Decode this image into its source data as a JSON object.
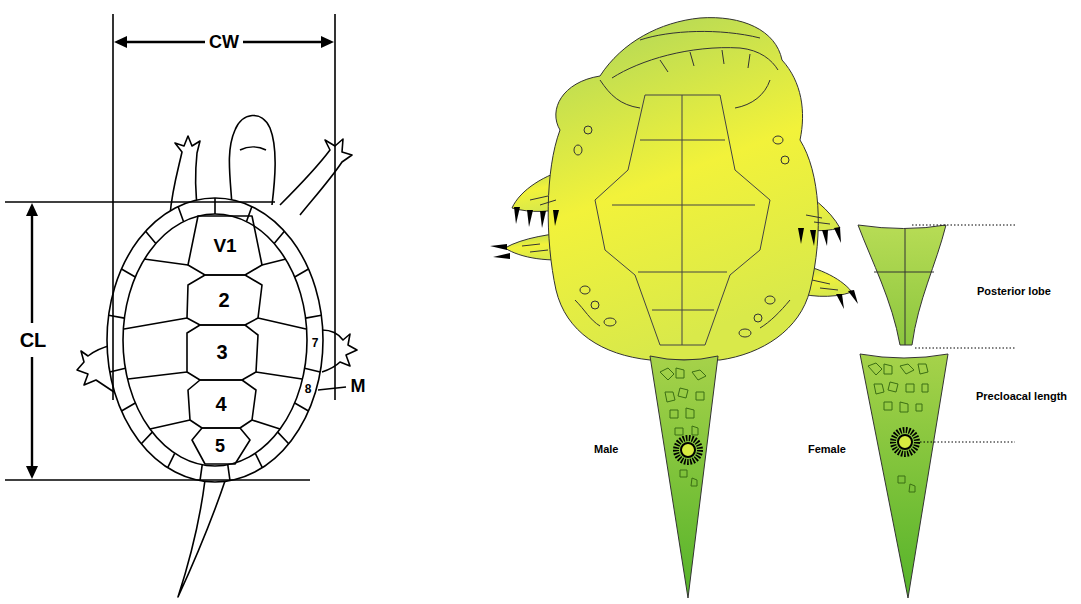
{
  "diagram": {
    "labels": [
      "CW",
      "CL",
      "V1",
      "2",
      "3",
      "4",
      "5",
      "7",
      "8",
      "M",
      "Posterior lobe",
      "Precloacal length",
      "Male",
      "Female"
    ]
  }
}
